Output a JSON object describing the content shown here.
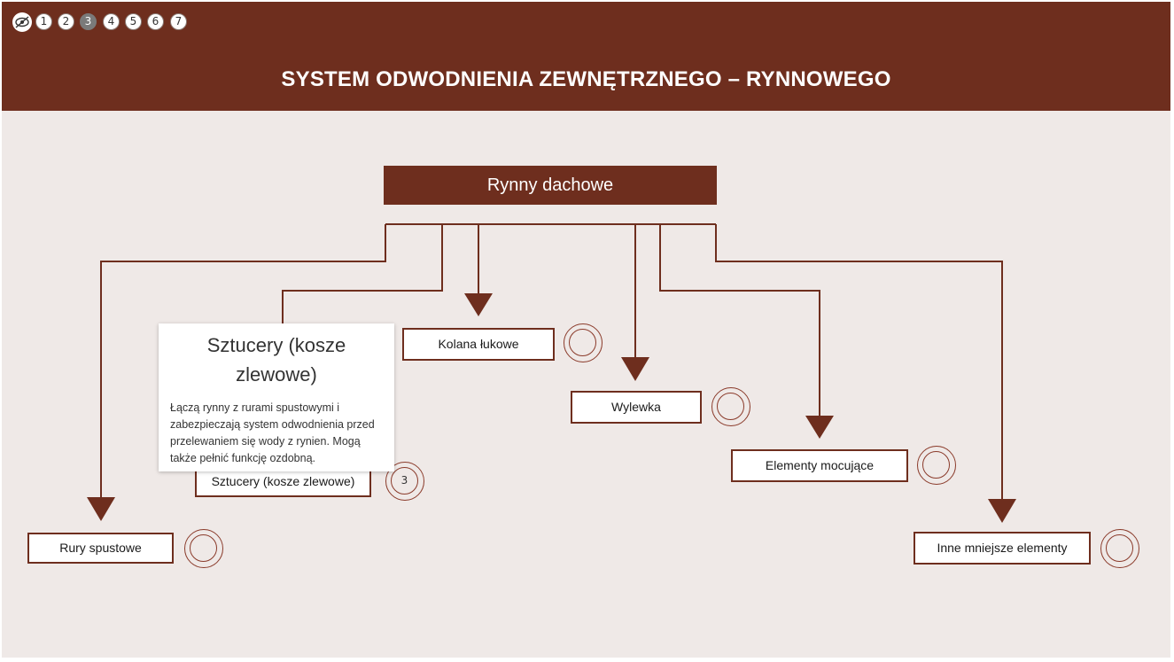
{
  "header": {
    "title": "SYSTEM ODWODNIENIA ZEWNĘTRZNEGO – RYNNOWEGO",
    "nav": {
      "visibility_icon": "eye-off-icon",
      "pages": [
        "1",
        "2",
        "3",
        "4",
        "5",
        "6",
        "7"
      ],
      "active_page": "3"
    }
  },
  "diagram": {
    "root": "Rynny dachowe",
    "nodes": {
      "rury": "Rury spustowe",
      "sztucery": "Sztucery (kosze zlewowe)",
      "kolana": "Kolana łukowe",
      "wylewka": "Wylewka",
      "mocujace": "Elementy mocujące",
      "inne": "Inne mniejsze elementy"
    },
    "visited_marker": "3"
  },
  "tooltip": {
    "title": "Sztucery (kosze zlewowe)",
    "body": "Łączą rynny z rurami spustowymi i zabezpieczają system odwodnienia przed przelewaniem się wody z rynien. Mogą także pełnić funkcję ozdobną."
  },
  "colors": {
    "brand": "#6e2e1e",
    "background": "#efe9e7"
  }
}
